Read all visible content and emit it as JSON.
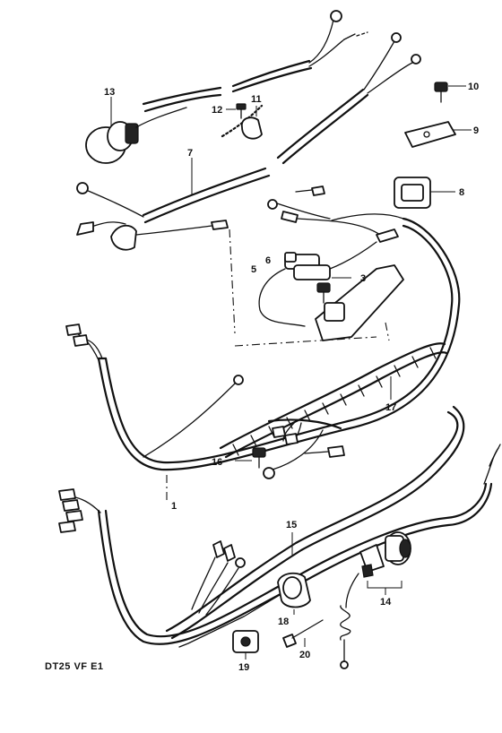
{
  "diagram": {
    "code": "DT25 VF E1",
    "callouts": [
      "1",
      "3",
      "5",
      "6",
      "7",
      "8",
      "9",
      "10",
      "11",
      "12",
      "13",
      "14",
      "15",
      "16",
      "17",
      "18",
      "19",
      "20"
    ]
  }
}
